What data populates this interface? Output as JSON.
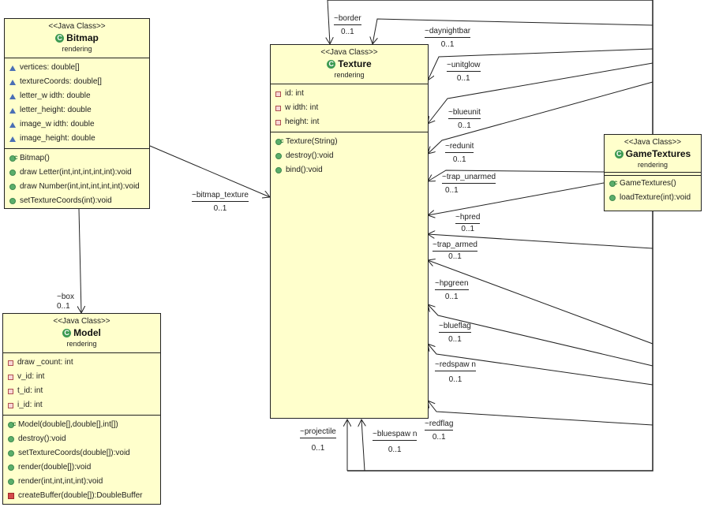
{
  "diagram": {
    "stereotype": "<<Java Class>>",
    "class_icon": "C",
    "classes": {
      "bitmap": {
        "name": "Bitmap",
        "package": "rendering",
        "fields": [
          {
            "visibility": "package",
            "text": "vertices: double[]"
          },
          {
            "visibility": "package",
            "text": "textureCoords: double[]"
          },
          {
            "visibility": "package",
            "text": "letter_w idth: double"
          },
          {
            "visibility": "package",
            "text": "letter_height: double"
          },
          {
            "visibility": "package",
            "text": "image_w idth: double"
          },
          {
            "visibility": "package",
            "text": "image_height: double"
          }
        ],
        "methods": [
          {
            "visibility": "constructor",
            "text": "Bitmap()"
          },
          {
            "visibility": "public",
            "text": "draw Letter(int,int,int,int,int):void"
          },
          {
            "visibility": "public",
            "text": "draw Number(int,int,int,int,int):void"
          },
          {
            "visibility": "public",
            "text": "setTextureCoords(int):void"
          }
        ]
      },
      "model": {
        "name": "Model",
        "package": "rendering",
        "fields": [
          {
            "visibility": "private",
            "text": "draw _count: int"
          },
          {
            "visibility": "private",
            "text": "v_id: int"
          },
          {
            "visibility": "private",
            "text": "t_id: int"
          },
          {
            "visibility": "private",
            "text": "i_id: int"
          }
        ],
        "methods": [
          {
            "visibility": "constructor",
            "text": "Model(double[],double[],int[])"
          },
          {
            "visibility": "public",
            "text": "destroy():void"
          },
          {
            "visibility": "public",
            "text": "setTextureCoords(double[]):void"
          },
          {
            "visibility": "public",
            "text": "render(double[]):void"
          },
          {
            "visibility": "public",
            "text": "render(int,int,int,int):void"
          },
          {
            "visibility": "private",
            "text": "createBuffer(double[]):DoubleBuffer"
          }
        ]
      },
      "texture": {
        "name": "Texture",
        "package": "rendering",
        "fields": [
          {
            "visibility": "private",
            "text": "id: int"
          },
          {
            "visibility": "private",
            "text": "w idth: int"
          },
          {
            "visibility": "private",
            "text": "height: int"
          }
        ],
        "methods": [
          {
            "visibility": "constructor",
            "text": "Texture(String)"
          },
          {
            "visibility": "public",
            "text": "destroy():void"
          },
          {
            "visibility": "public",
            "text": "bind():void"
          }
        ]
      },
      "gametextures": {
        "name": "GameTextures",
        "package": "rendering",
        "fields": [],
        "methods": [
          {
            "visibility": "constructor",
            "text": "GameTextures()"
          },
          {
            "visibility": "public",
            "text": "loadTexture(int):void"
          }
        ]
      }
    },
    "associations": [
      {
        "role": "~bitmap_texture",
        "multiplicity": "0..1",
        "from": "Bitmap",
        "to": "Texture"
      },
      {
        "role": "~box",
        "multiplicity": "0..1",
        "from": "Bitmap",
        "to": "Model"
      },
      {
        "role": "~border",
        "multiplicity": "0..1",
        "from": "GameTextures",
        "to": "Texture"
      },
      {
        "role": "~daynightbar",
        "multiplicity": "0..1",
        "from": "GameTextures",
        "to": "Texture"
      },
      {
        "role": "~unitglow",
        "multiplicity": "0..1",
        "from": "GameTextures",
        "to": "Texture"
      },
      {
        "role": "~blueunit",
        "multiplicity": "0..1",
        "from": "GameTextures",
        "to": "Texture"
      },
      {
        "role": "~redunit",
        "multiplicity": "0..1",
        "from": "GameTextures",
        "to": "Texture"
      },
      {
        "role": "~trap_unarmed",
        "multiplicity": "0..1",
        "from": "GameTextures",
        "to": "Texture"
      },
      {
        "role": "~hpred",
        "multiplicity": "0..1",
        "from": "GameTextures",
        "to": "Texture"
      },
      {
        "role": "~trap_armed",
        "multiplicity": "0..1",
        "from": "GameTextures",
        "to": "Texture"
      },
      {
        "role": "~hpgreen",
        "multiplicity": "0..1",
        "from": "GameTextures",
        "to": "Texture"
      },
      {
        "role": "~blueflag",
        "multiplicity": "0..1",
        "from": "GameTextures",
        "to": "Texture"
      },
      {
        "role": "~redspaw n",
        "multiplicity": "0..1",
        "from": "GameTextures",
        "to": "Texture"
      },
      {
        "role": "~redflag",
        "multiplicity": "0..1",
        "from": "GameTextures",
        "to": "Texture"
      },
      {
        "role": "~bluespaw n",
        "multiplicity": "0..1",
        "from": "GameTextures",
        "to": "Texture"
      },
      {
        "role": "~projectile",
        "multiplicity": "0..1",
        "from": "GameTextures",
        "to": "Texture"
      }
    ]
  },
  "colors": {
    "class_fill": "#ffffcc",
    "line": "#222222",
    "class_icon": "#3d9a52",
    "private": "#d44a4a",
    "package_vis": "#4a6fb5"
  }
}
